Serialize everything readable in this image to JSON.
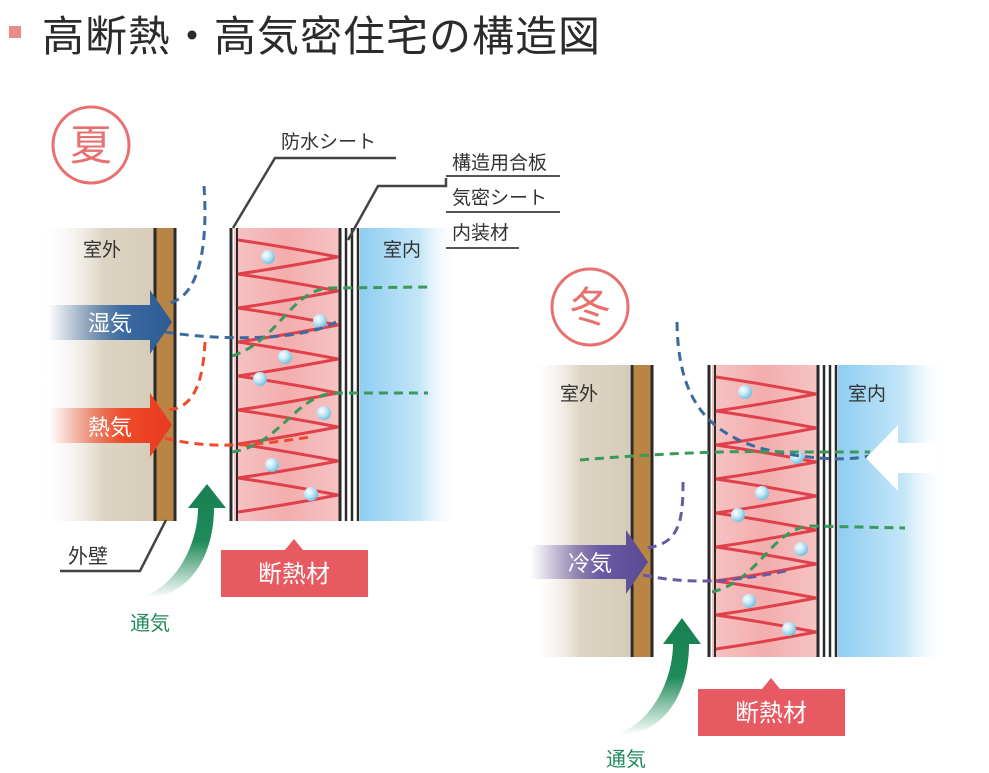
{
  "title": "高断熱・高気密住宅の構造図",
  "colors": {
    "accent": "#e85a62",
    "title_bullet": "#e98a8c",
    "humidity": "#3c6aa0",
    "heat": "#f04a2a",
    "cold": "#6a5aa4",
    "ventilation": "#1f8a5a",
    "airtight_green": "#3a9a5a",
    "wall": "#b98545",
    "insulation": "#f5b5b5",
    "indoor": "#9ed4f4",
    "outdoor": "#ddd4c4"
  },
  "summer": {
    "season": "夏",
    "outdoor": "室外",
    "indoor": "室内",
    "arrow_humidity": "湿気",
    "arrow_heat": "熱気",
    "exterior_wall": "外壁",
    "ventilation": "通気",
    "insulation": "断熱材",
    "waterproof_sheet": "防水シート",
    "structural_plywood": "構造用合板",
    "airtight_sheet": "気密シート",
    "interior_material": "内装材"
  },
  "winter": {
    "season": "冬",
    "outdoor": "室外",
    "indoor": "室内",
    "arrow_cold": "冷気",
    "ventilation": "通気",
    "insulation": "断熱材"
  }
}
